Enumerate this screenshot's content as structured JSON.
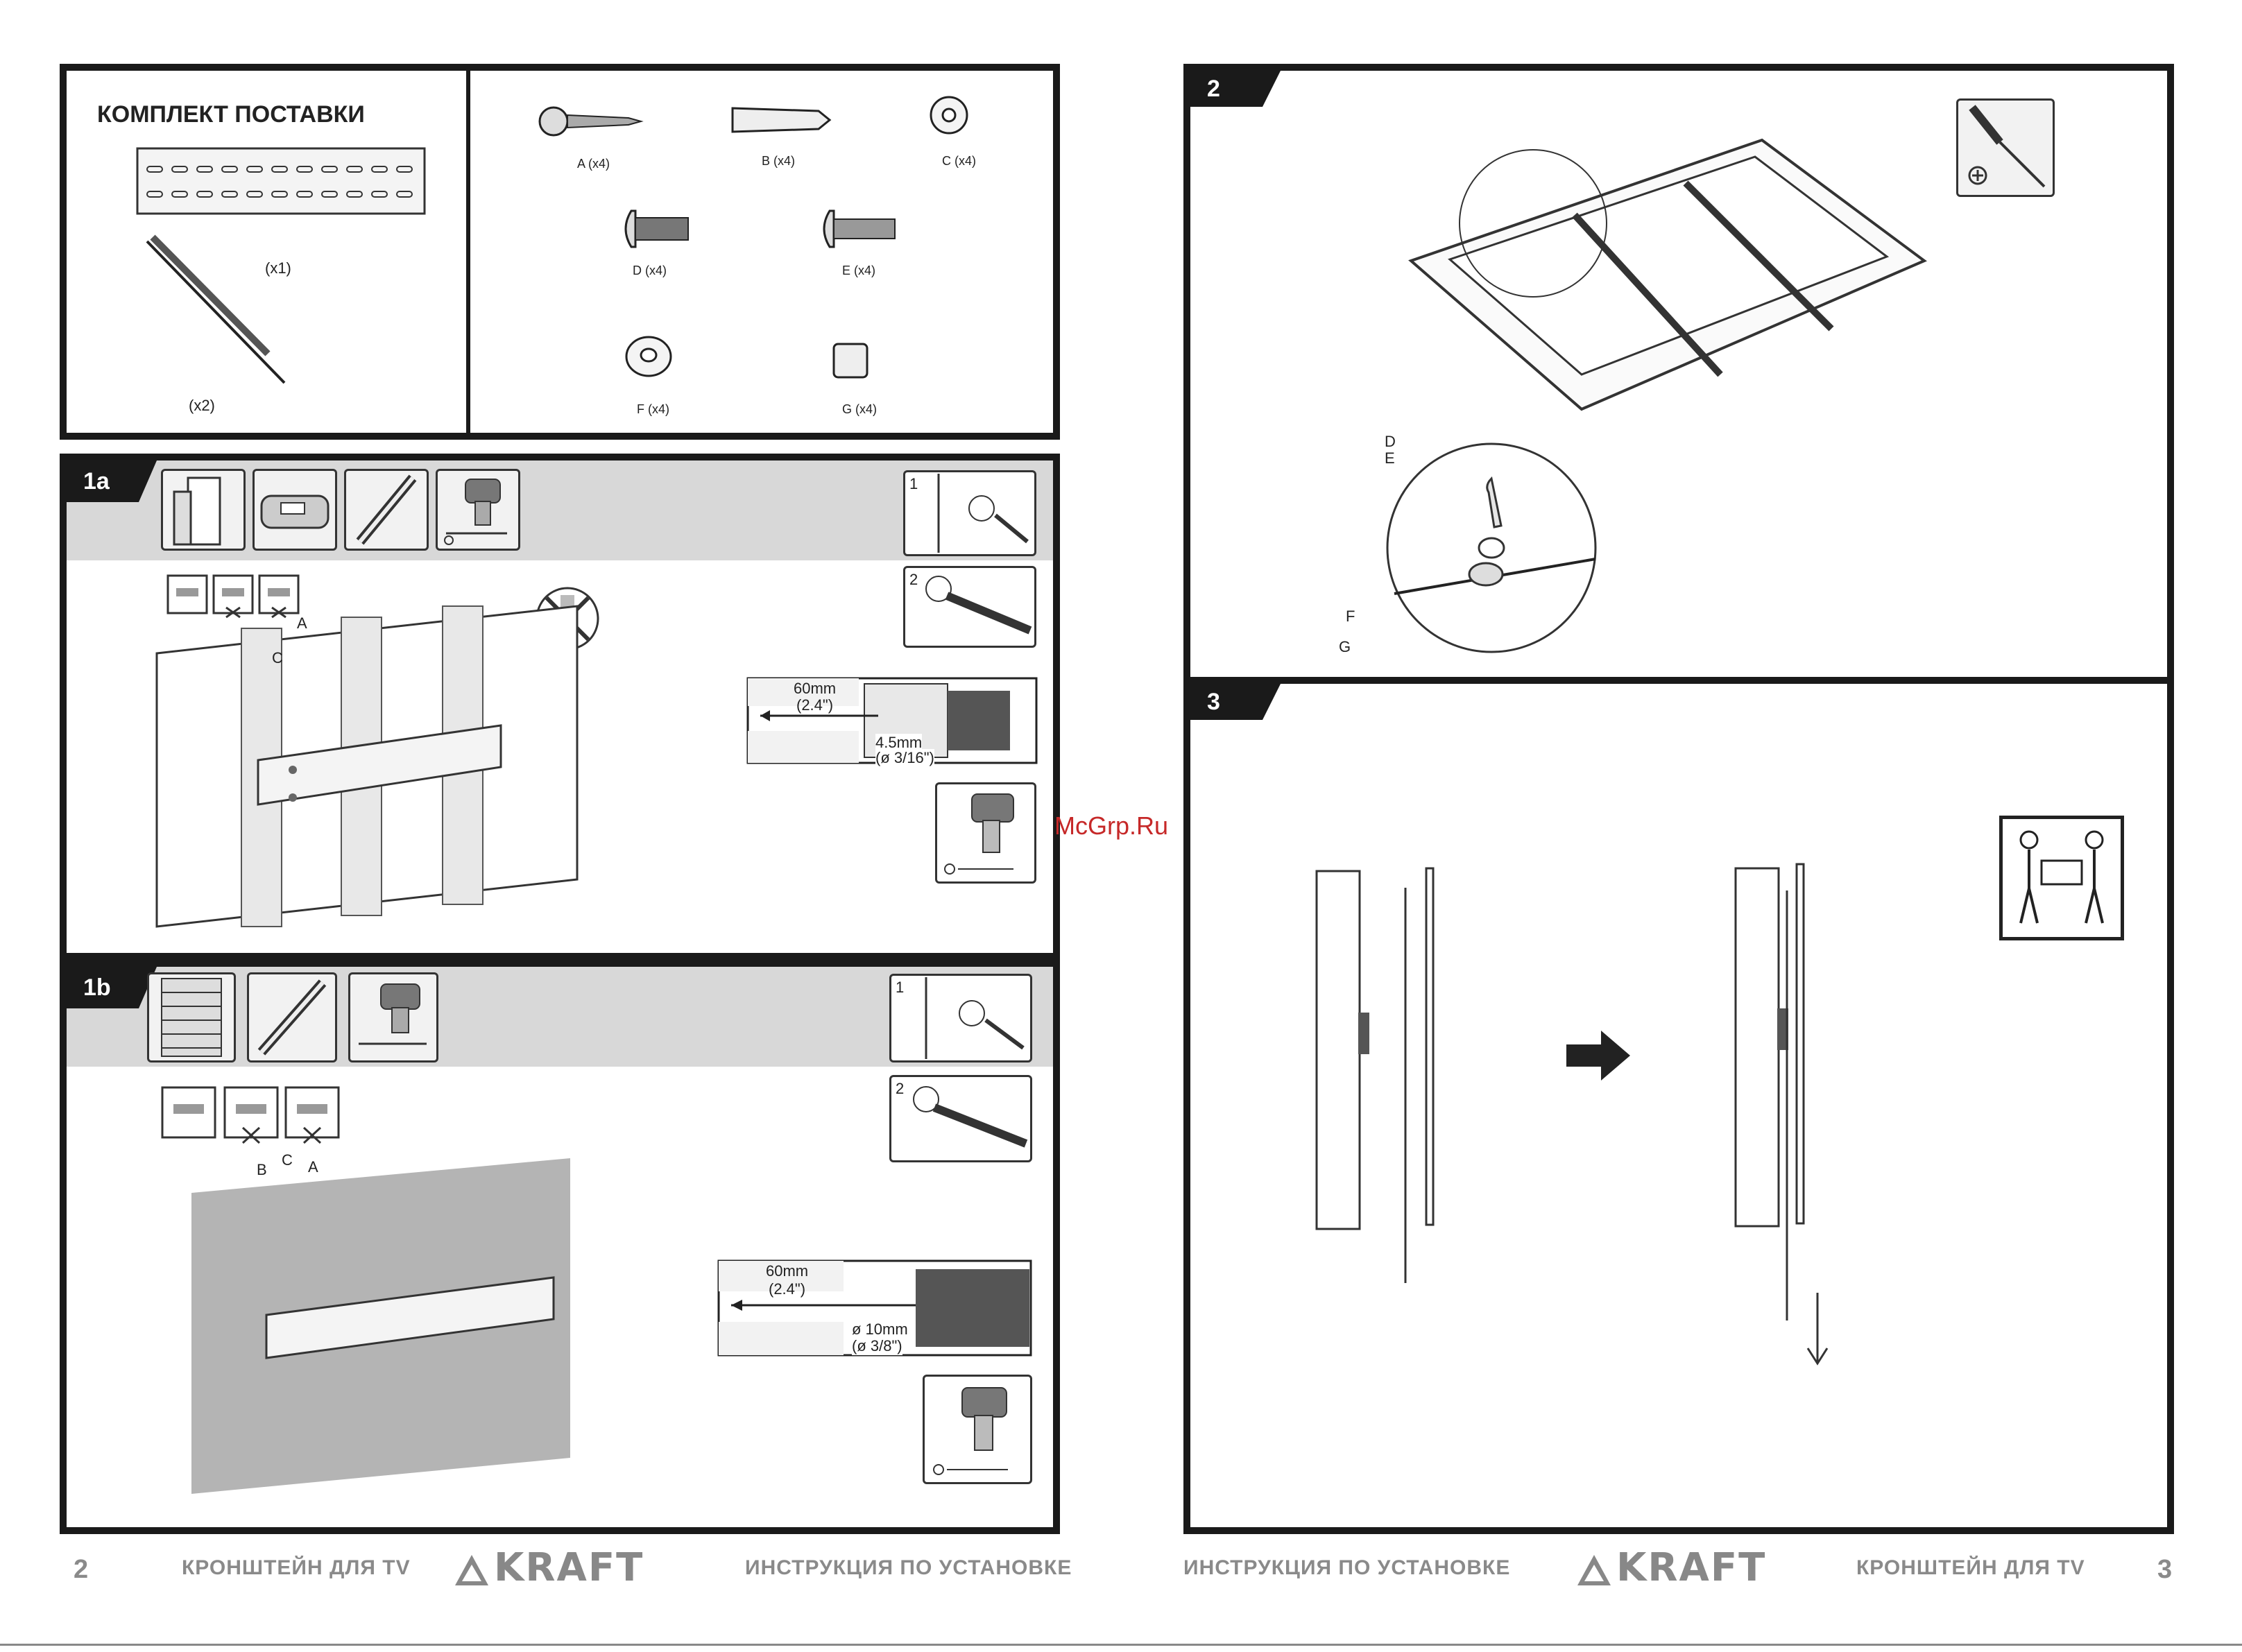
{
  "kit": {
    "title": "КОМПЛЕКТ ПОСТАВКИ",
    "rail_qty": "(x1)",
    "arm_qty": "(x2)",
    "parts": [
      {
        "code": "A (x4)"
      },
      {
        "code": "B (x4)"
      },
      {
        "code": "C (x4)"
      },
      {
        "code": "D (x4)"
      },
      {
        "code": "E (x4)"
      },
      {
        "code": "F (x4)"
      },
      {
        "code": "G (x4)"
      }
    ]
  },
  "step1a": {
    "label": "1a",
    "sub1": "1",
    "sub2": "2",
    "callout_a": "A",
    "callout_c": "C",
    "depth": "60mm",
    "depth_in": "(2.4\")",
    "dia": "4.5mm",
    "dia_in": "(ø 3/16\")"
  },
  "step1b": {
    "label": "1b",
    "sub1": "1",
    "sub2": "2",
    "callout_b": "B",
    "callout_c": "C",
    "callout_a": "A",
    "depth": "60mm",
    "depth_in": "(2.4\")",
    "dia": "ø 10mm",
    "dia_in": "(ø 3/8\")"
  },
  "step2": {
    "label": "2",
    "callout_d": "D",
    "callout_e": "E",
    "callout_f": "F",
    "callout_g": "G"
  },
  "step3": {
    "label": "3"
  },
  "watermark": "McGrp.Ru",
  "footer": {
    "left_page": "2",
    "left_text": "КРОНШТЕЙН ДЛЯ TV",
    "brand": "KRAFT",
    "left_text2": "ИНСТРУКЦИЯ ПО УСТАНОВКЕ",
    "right_text1": "ИНСТРУКЦИЯ ПО УСТАНОВКЕ",
    "right_text2": "КРОНШТЕЙН ДЛЯ TV",
    "right_page": "3"
  }
}
